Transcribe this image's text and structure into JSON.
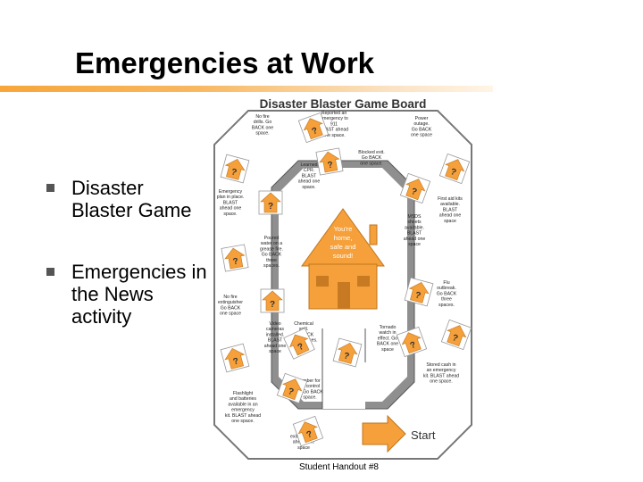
{
  "slide": {
    "title": "Emergencies at Work",
    "bullets": [
      "Disaster Blaster Game",
      "Emergencies in the News activity"
    ],
    "footer": "Student Handout #8"
  },
  "board": {
    "title": "Disaster Blaster Game Board",
    "center_text": [
      "You're",
      "home,",
      "safe and",
      "sound!"
    ],
    "start_label": "Start",
    "spaces": [
      [
        "No fire",
        "drills. Go",
        "BACK one",
        "space."
      ],
      [
        "Reported an",
        "emergency to",
        "911",
        "BLAST ahead",
        "one space."
      ],
      [
        "Power",
        "outage.",
        "Go BACK",
        "one space"
      ],
      [
        "Learned",
        "CPR.",
        "BLAST",
        "ahead one",
        "space."
      ],
      [
        "Blocked exit.",
        "Go BACK",
        "one space."
      ],
      [
        "Emergency",
        "plan in place.",
        "BLAST",
        "ahead one",
        "space."
      ],
      [
        "First aid kits",
        "available.",
        "BLAST",
        "ahead one",
        "space"
      ],
      [
        "MSDS",
        "sheets",
        "available.",
        "BLAST",
        "ahead one",
        "space"
      ],
      [
        "Poured",
        "water on a",
        "grease fire.",
        "Go BACK",
        "three",
        "spaces."
      ],
      [
        "Flu",
        "outbreak.",
        "Go BACK",
        "three",
        "spaces."
      ],
      [
        "No fire",
        "extinguisher",
        "Go BACK",
        "one space"
      ],
      [
        "Chemical",
        "spill.",
        "Go BACK",
        "three spaces."
      ],
      [
        "Tornado",
        "watch in",
        "effect. Go",
        "BACK one",
        "space"
      ],
      [
        "Video",
        "cameras",
        "installed.",
        "BLAST",
        "ahead one",
        "space"
      ],
      [
        "Stored cash in",
        "an emergency",
        "kit. BLAST ahead",
        "one space."
      ],
      [
        "Flashlight",
        "and batteries",
        "available in an",
        "emergency",
        "kit. BLAST ahead",
        "one space."
      ],
      [
        "No number for",
        "poison control",
        "center. Go BACK",
        "one space."
      ],
      [
        "Clearly",
        "marked",
        "exits. BLAST",
        "ahead one",
        "space"
      ]
    ]
  }
}
